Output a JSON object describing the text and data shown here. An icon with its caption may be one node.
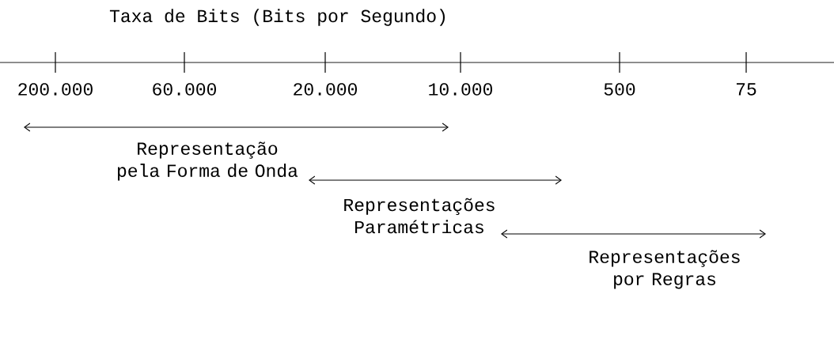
{
  "diagram": {
    "title": "Taxa de Bits (Bits por Segundo)",
    "labels": [
      "200.000",
      "60.000",
      "20.000",
      "10.000",
      "500",
      "75",
      "Representação pela Forma de Onda",
      "Representações Paramétricas",
      "Representações por Regras"
    ]
  }
}
